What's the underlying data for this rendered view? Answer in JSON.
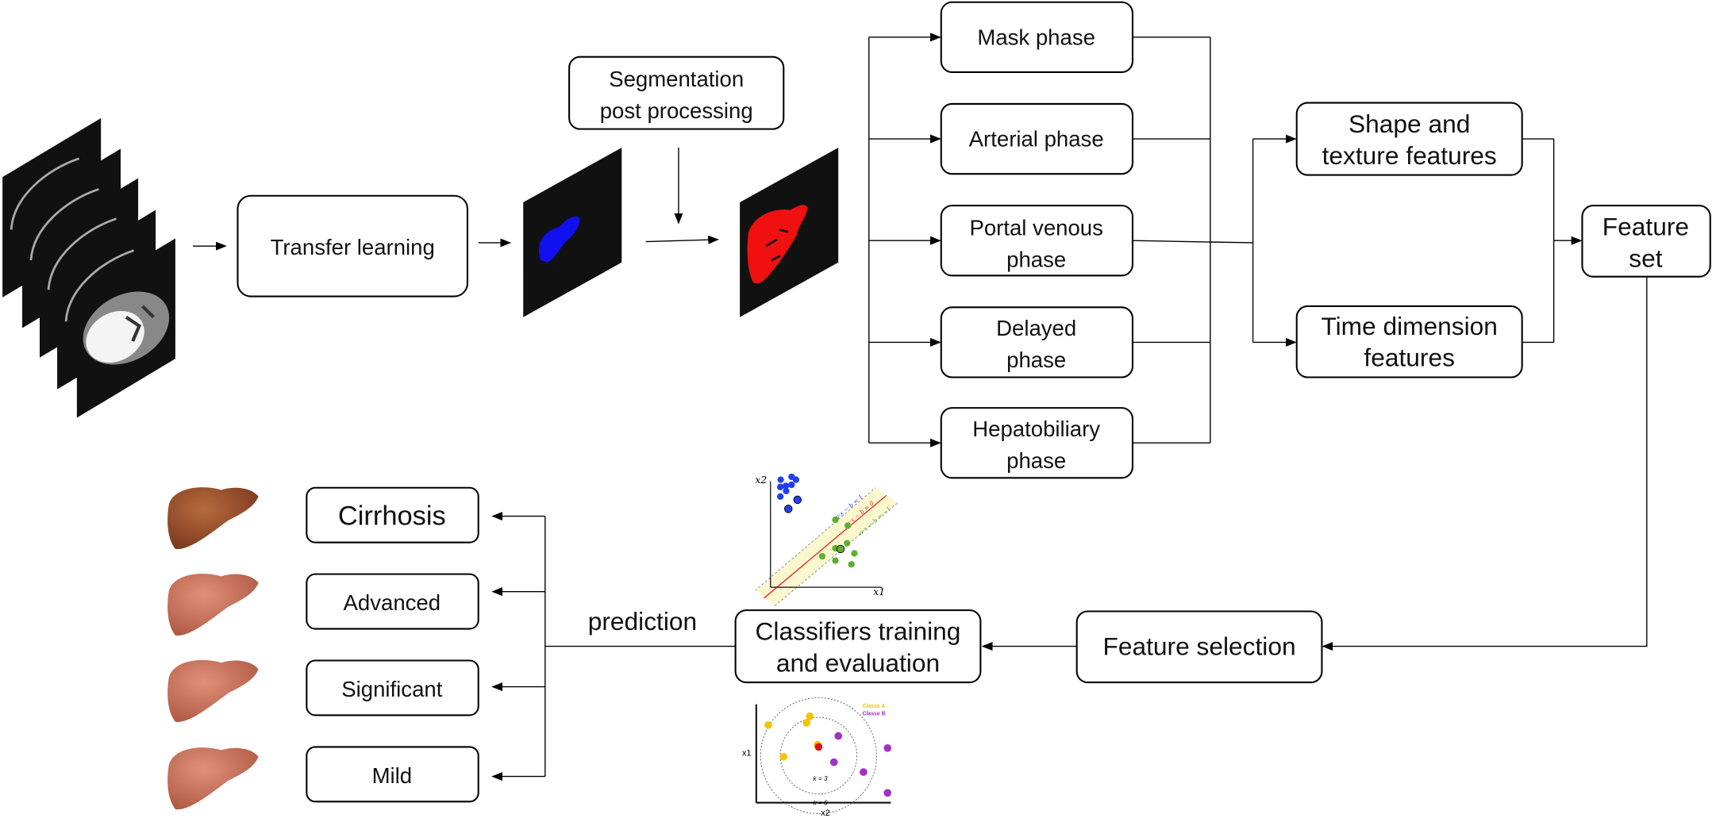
{
  "pipeline": {
    "transfer_learning": "Transfer learning",
    "segmentation": [
      "Segmentation",
      "post processing"
    ],
    "phases": [
      [
        "Mask phase"
      ],
      [
        "Arterial phase"
      ],
      [
        "Portal venous",
        "phase"
      ],
      [
        "Delayed",
        "phase"
      ],
      [
        "Hepatobiliary",
        "phase"
      ]
    ],
    "shape_texture": [
      "Shape and",
      "texture features"
    ],
    "time_dimension": [
      "Time dimension",
      "features"
    ],
    "feature_set": [
      "Feature",
      "set"
    ],
    "feature_selection": "Feature selection",
    "classifiers": [
      "Classifiers training",
      "and evaluation"
    ],
    "prediction": "prediction",
    "outcomes": [
      "Cirrhosis",
      "Advanced",
      "Significant",
      "Mild"
    ]
  },
  "svm_inset": {
    "x_axis": "x1",
    "y_axis": "x2",
    "lines": [
      "w·x − b = 1",
      "w·x − b = 0",
      "w·x − b = −1"
    ],
    "colors": {
      "class1": "#1f3ff0",
      "class2": "#5cb030",
      "hyperplane": "#e03030",
      "margin": "#fbf8d0"
    }
  },
  "knn_inset": {
    "x_axis": "x2",
    "y_axis": "x1",
    "legend": [
      "Classe A",
      "Classe B"
    ],
    "k_labels": [
      "k = 3",
      "k = 6"
    ],
    "colors": {
      "classA": "#f5c400",
      "classB": "#a030c8",
      "query": "#e01010"
    }
  },
  "colors": {
    "seg_blue": "#1010f0",
    "seg_red": "#f01010",
    "liver_cirrhosis": "#9a4a2a",
    "liver_normal": "#c8705a"
  }
}
